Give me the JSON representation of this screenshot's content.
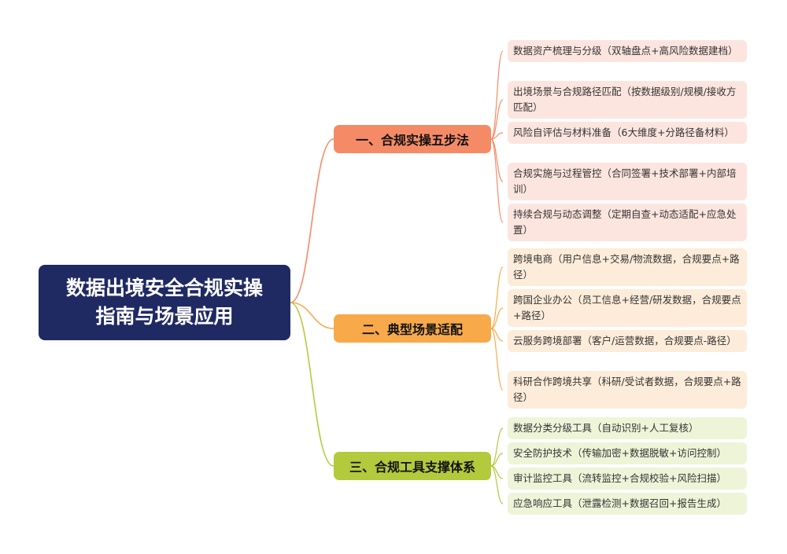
{
  "colors": {
    "root": "#1f2a63",
    "branch": [
      "#f58b66",
      "#f8a94a",
      "#b3ca3c"
    ],
    "leaf": [
      "#fde5df",
      "#fdecd9",
      "#eef4d8"
    ],
    "line": [
      "#f58b66",
      "#f8a94a",
      "#b3ca3c"
    ]
  },
  "root": {
    "line1": "数据出境安全合规实操",
    "line2": "指南与场景应用"
  },
  "branches": [
    {
      "label": "一、合规实操五步法",
      "leaves": [
        "数据资产梳理与分级（双轴盘点+高风险数据建档）",
        "出境场景与合规路径匹配（按数据级别/规模/接收方匹配）",
        "风险自评估与材料准备（6大维度+分路径备材料）",
        "合规实施与过程管控（合同签署+技术部署+内部培训）",
        "持续合规与动态调整（定期自查+动态适配+应急处置）"
      ]
    },
    {
      "label": "二、典型场景适配",
      "leaves": [
        "跨境电商（用户信息+交易/物流数据，合规要点+路径）",
        "跨国企业办公（员工信息+经营/研发数据，合规要点+路径）",
        "云服务跨境部署（客户/运营数据，合规要点-路径）",
        "科研合作跨境共享（科研/受试者数据，合规要点+路径）"
      ]
    },
    {
      "label": "三、合规工具支撑体系",
      "leaves": [
        "数据分类分级工具（自动识别+人工复核）",
        "安全防护技术（传输加密+数据脱敏+访问控制）",
        "审计监控工具（流转监控+合规校验+风险扫描）",
        "应急响应工具（泄露检测+数据召回+报告生成）"
      ]
    }
  ]
}
